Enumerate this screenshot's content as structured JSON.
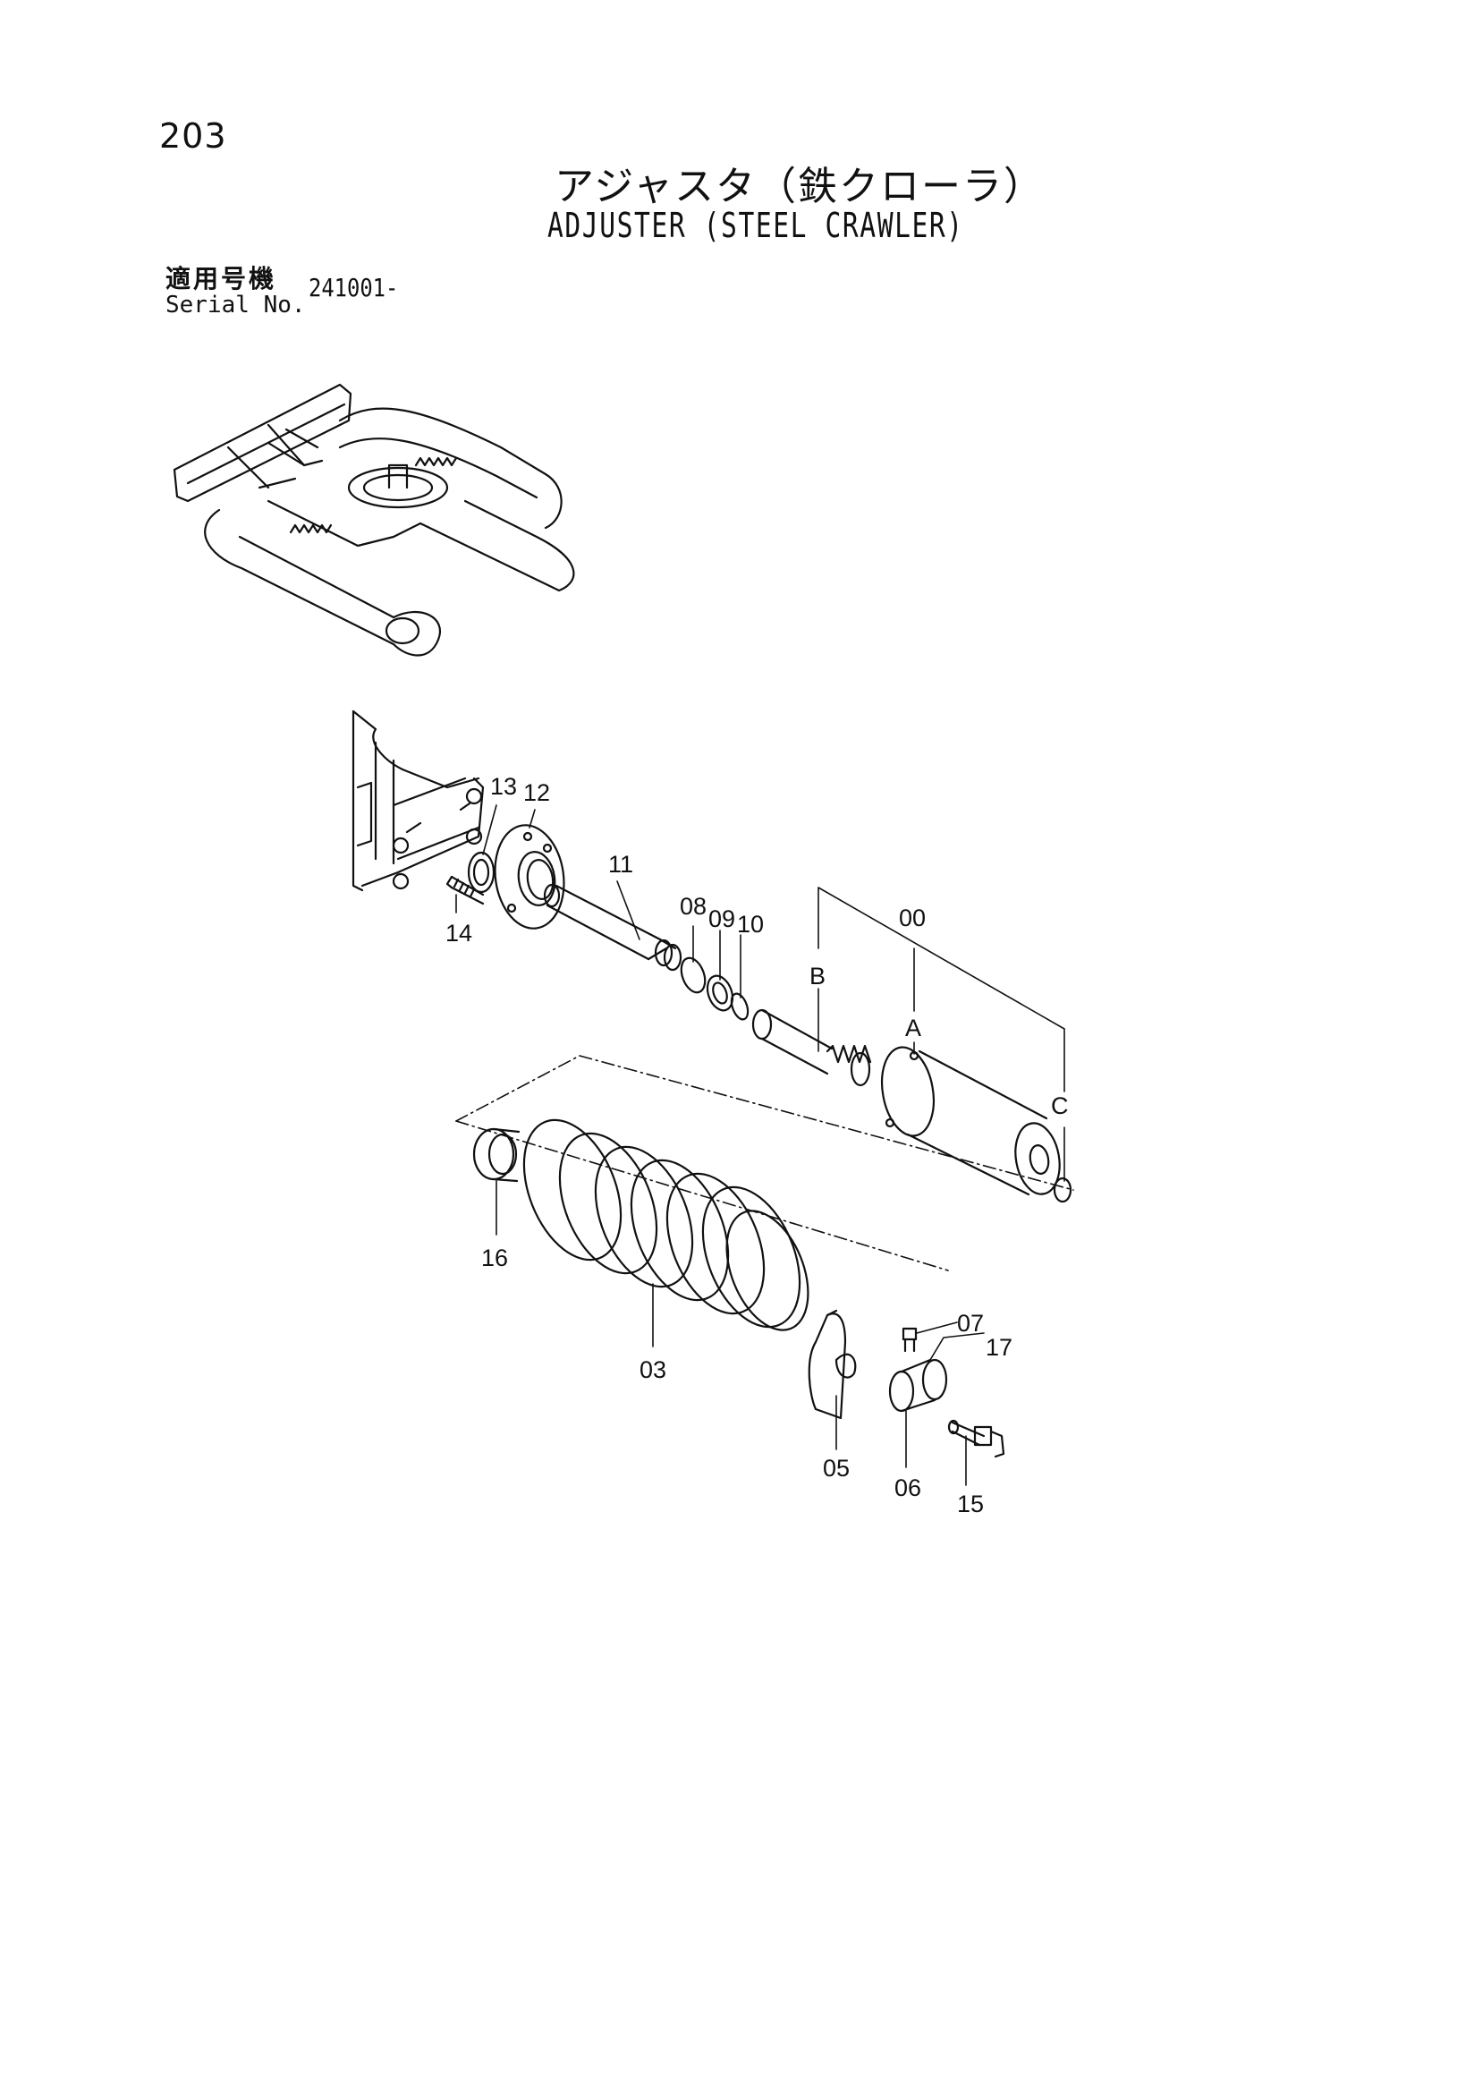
{
  "header": {
    "page_number": "203",
    "title_jp": "アジャスタ（鉄クローラ）",
    "title_en": "ADJUSTER (STEEL CRAWLER)",
    "serial_label_jp": "適用号機",
    "serial_label_en": "Serial No.",
    "serial_value": "241001-"
  },
  "callouts": {
    "p00": "00",
    "pA": "A",
    "pB": "B",
    "pC": "C",
    "p03": "03",
    "p05": "05",
    "p06": "06",
    "p07": "07",
    "p08": "08",
    "p09": "09",
    "p10": "10",
    "p11": "11",
    "p12": "12",
    "p13": "13",
    "p14": "14",
    "p15": "15",
    "p16": "16",
    "p17": "17"
  }
}
